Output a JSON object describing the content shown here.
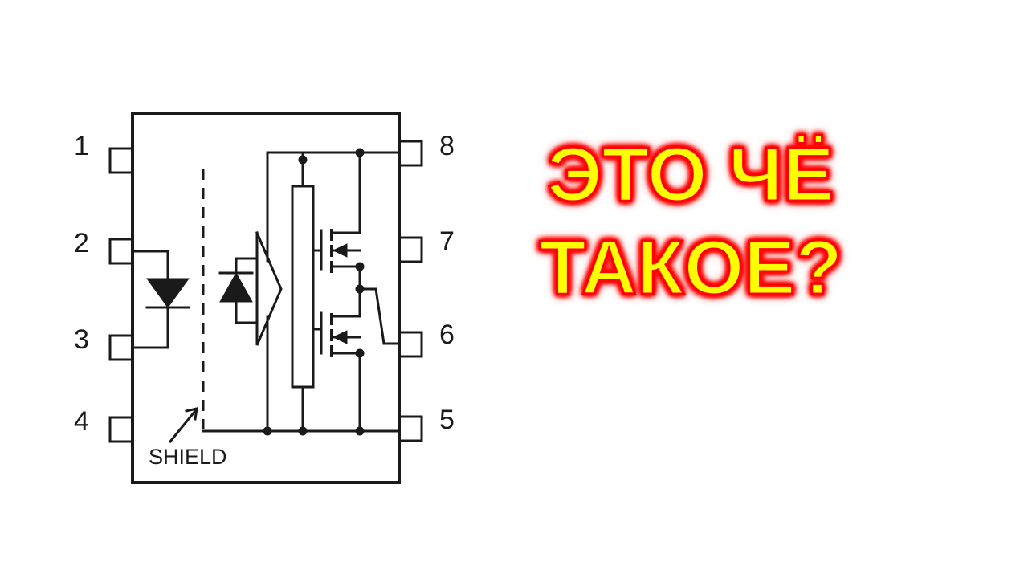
{
  "schematic": {
    "pins": [
      "1",
      "2",
      "3",
      "4",
      "5",
      "6",
      "7",
      "8"
    ],
    "shield_label": "SHIELD"
  },
  "caption": {
    "line1": "ЭТО ЧЁ",
    "line2": "ТАКОЕ?",
    "text_color": "#ffff00",
    "glow_color": "#ff0000"
  }
}
